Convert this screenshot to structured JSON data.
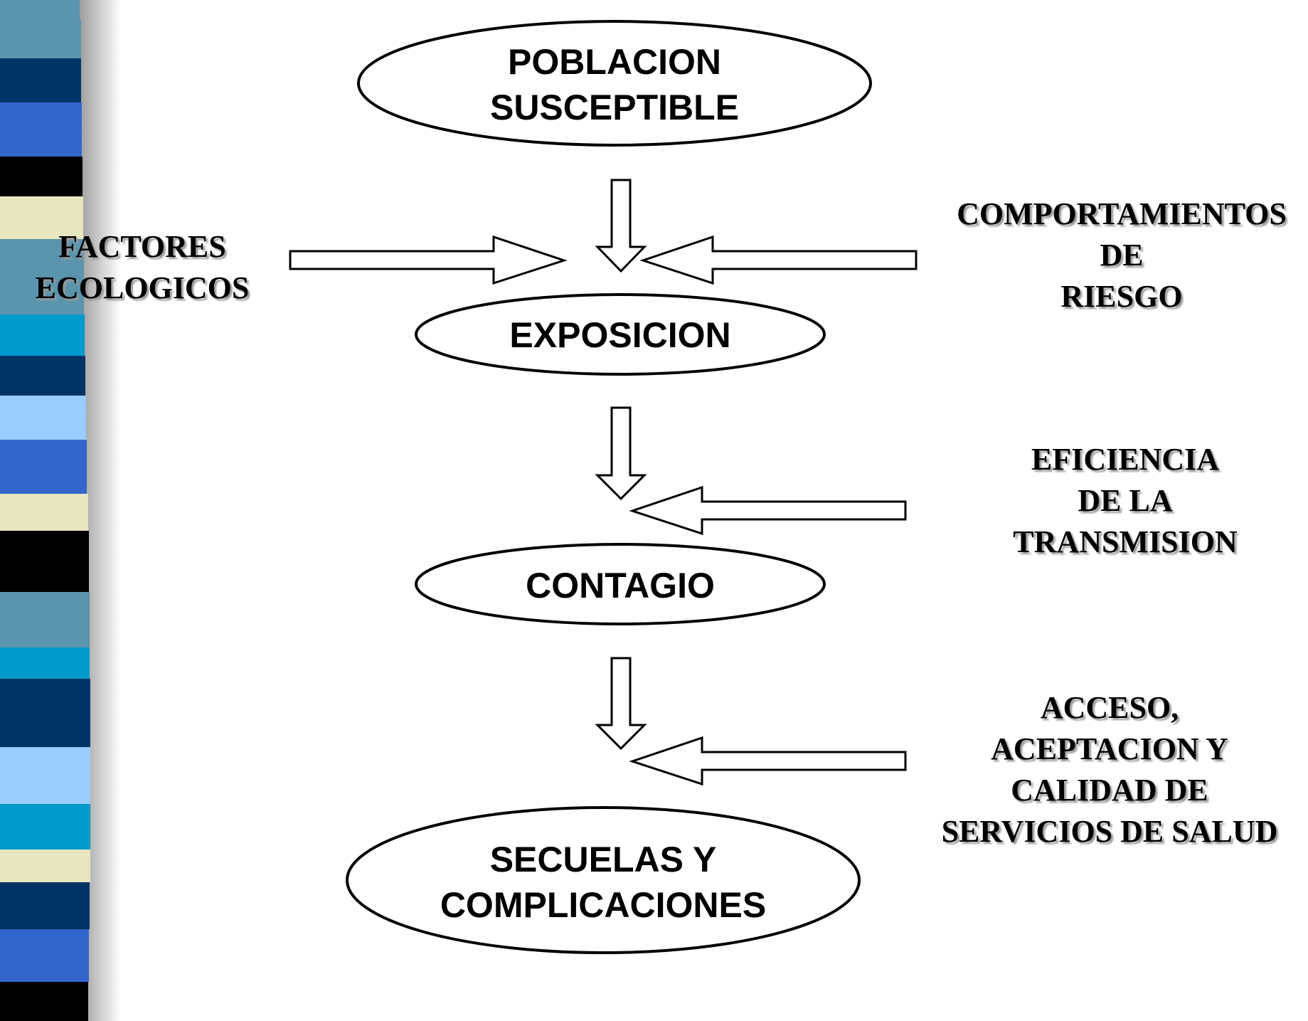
{
  "nodes": {
    "poblacion": [
      "POBLACION",
      "SUSCEPTIBLE"
    ],
    "exposicion": [
      "EXPOSICION"
    ],
    "contagio": [
      "CONTAGIO"
    ],
    "secuelas": [
      "SECUELAS Y",
      "COMPLICACIONES"
    ]
  },
  "factors": {
    "ecologicos": [
      "FACTORES",
      "ECOLOGICOS"
    ],
    "comportamientos": [
      "COMPORTAMIENTOS",
      "DE",
      "RIESGO"
    ],
    "eficiencia": [
      "EFICIENCIA",
      "DE LA",
      "TRANSMISION"
    ],
    "acceso": [
      "ACCESO,",
      "ACEPTACION Y",
      "CALIDAD DE",
      "SERVICIOS DE SALUD"
    ]
  },
  "strip_colors": [
    "#5b94ad",
    "#003366",
    "#3366cc",
    "#000000",
    "#e6e6bf",
    "#0099cc",
    "#99ccff"
  ]
}
